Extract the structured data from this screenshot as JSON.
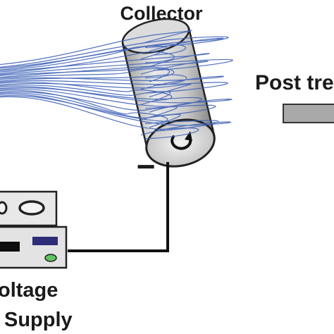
{
  "labels": {
    "collector": "Collector",
    "post_treatment": "Post tre",
    "minus_sign": "−",
    "supply_line1": "oltage",
    "supply_line2": "Supply"
  },
  "icons": {
    "rotation": "rotation-arrow-icon"
  },
  "colors": {
    "fiber": "#3f63b8",
    "collector_body": "#d4d4d4",
    "wire": "#111111",
    "post_bar": "#a9a9a9",
    "supply_body": "#e6e6e6",
    "indicator_blue": "#2d2d7a",
    "indicator_green": "#5ec85e"
  }
}
